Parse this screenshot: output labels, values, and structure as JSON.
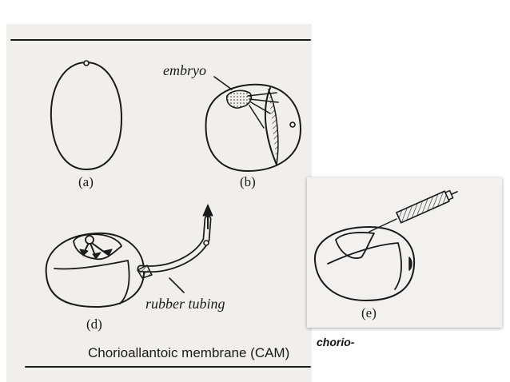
{
  "figure": {
    "labels": {
      "a": "(a)",
      "b": "(b)",
      "d": "(d)",
      "e": "(e)"
    },
    "annotations": {
      "embryo": "embryo",
      "rubber_tubing": "rubber tubing"
    },
    "footer": "Chorioallantoic membrane (CAM)"
  },
  "side_caption": "chorio-",
  "colors": {
    "ink": "#1a1a1a",
    "paper": "#f1efec",
    "page": "#ffffff"
  }
}
